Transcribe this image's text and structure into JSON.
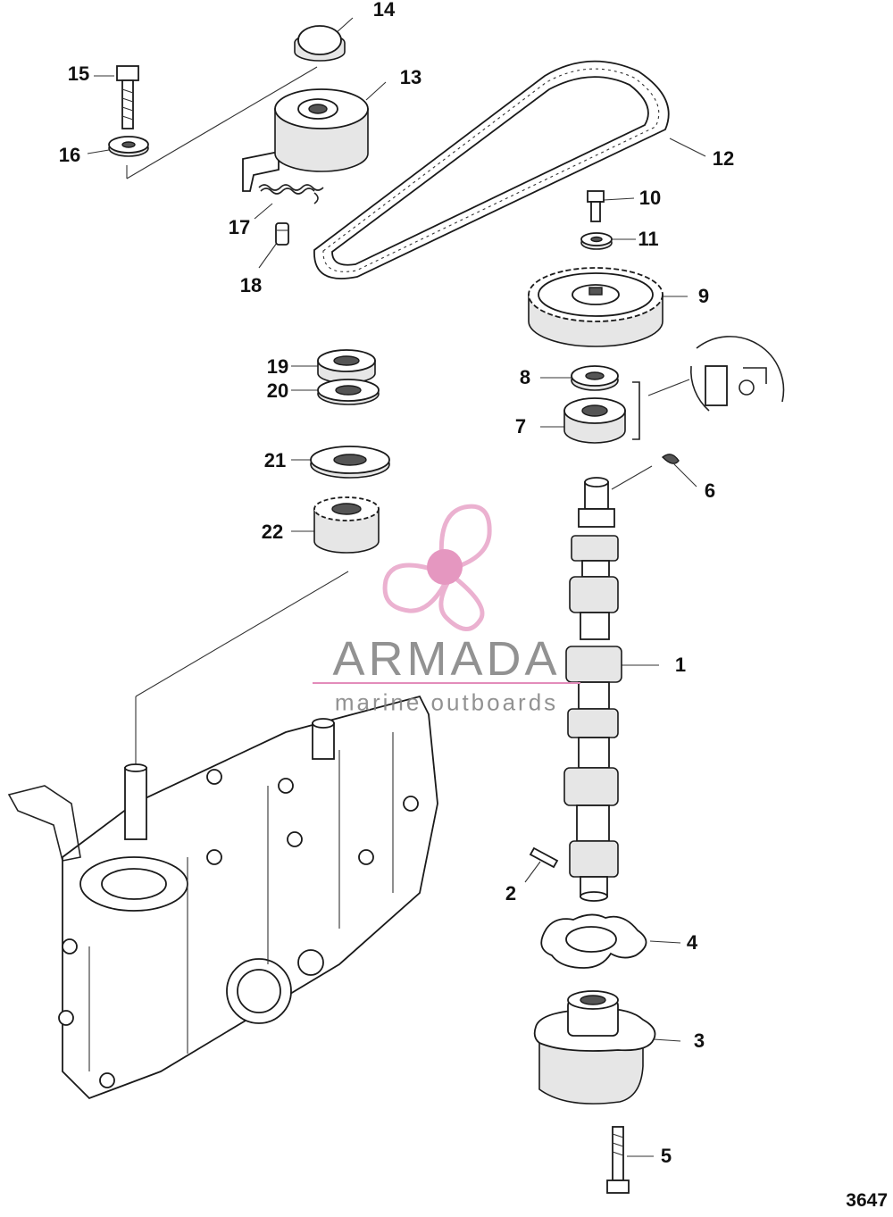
{
  "watermark": {
    "brand": "ARMADA",
    "tagline": "marine outboards",
    "colors": {
      "propeller": "#e9a9cb",
      "hub": "#e38cba",
      "text": "#808080",
      "accent_line": "#e38cba"
    }
  },
  "figure_number": "3647",
  "callouts": [
    "1",
    "2",
    "3",
    "4",
    "5",
    "6",
    "7",
    "8",
    "9",
    "10",
    "11",
    "12",
    "13",
    "14",
    "15",
    "16",
    "17",
    "18",
    "19",
    "20",
    "21",
    "22"
  ]
}
